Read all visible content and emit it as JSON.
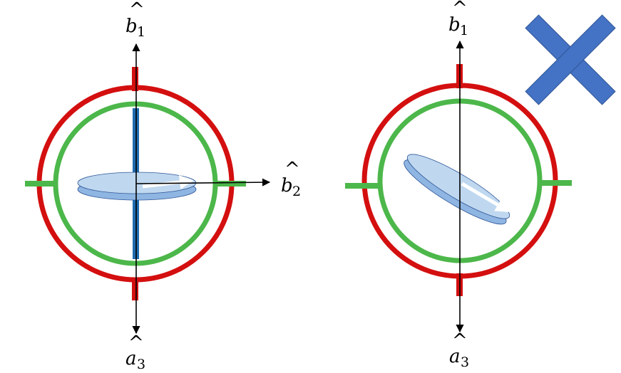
{
  "left": {
    "labels": {
      "b1": {
        "base": "b",
        "hat": "^",
        "sub": "1"
      },
      "b2": {
        "base": "b",
        "hat": "^",
        "sub": "2"
      },
      "a3": {
        "base": "a",
        "hat": "^",
        "sub": "3"
      }
    }
  },
  "right": {
    "labels": {
      "b1": {
        "base": "b",
        "hat": "^",
        "sub": "1"
      },
      "a3": {
        "base": "a",
        "hat": "^",
        "sub": "3"
      }
    }
  },
  "colors": {
    "outer_gimbal": "#d40f0f",
    "inner_gimbal": "#4cb74a",
    "spin_axle": "#1f6bb0",
    "rotor_top": "#bfd8f0",
    "rotor_side": "#8fb6e2",
    "rotor_edge": "#2f5597",
    "cross_mark": "#4472c4",
    "arrow": "#000000"
  },
  "icons": {
    "status": "cross-icon"
  }
}
